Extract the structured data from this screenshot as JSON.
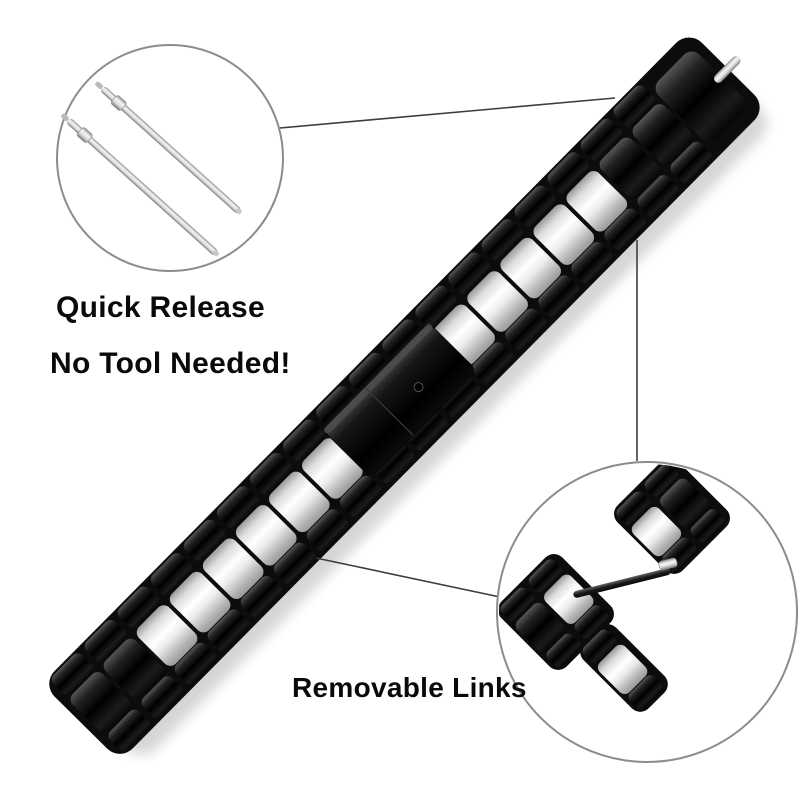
{
  "labels": {
    "quick_release": "Quick Release",
    "no_tool": "No Tool Needed!",
    "removable_links": "Removable Links"
  },
  "colors": {
    "background": "#ffffff",
    "band_black": "#0c0c0c",
    "band_silver": "#e8e8e8",
    "callout_line": "#3d3d3d",
    "inset_circle_stroke": "#8c8c8c",
    "text": "#0a0a0a"
  }
}
